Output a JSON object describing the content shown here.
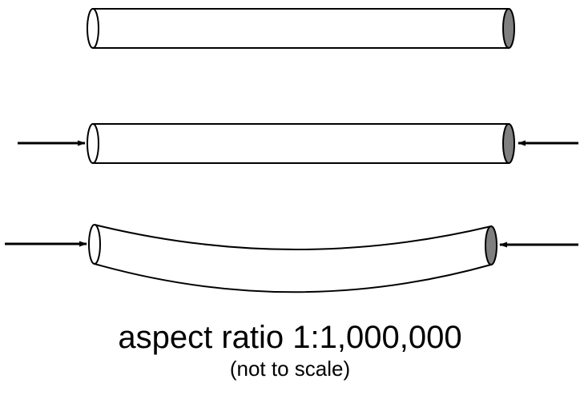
{
  "caption": {
    "main": "aspect ratio 1:1,000,000",
    "sub": "(not to scale)"
  },
  "figure": {
    "rows": [
      {
        "state": "unloaded",
        "arrows": false,
        "bent": false
      },
      {
        "state": "compressed",
        "arrows": true,
        "bent": false
      },
      {
        "state": "buckled",
        "arrows": true,
        "bent": true
      }
    ]
  },
  "colors": {
    "stroke": "#000000",
    "tube_fill": "#ffffff",
    "end_cap_fill": "#7f7f7f"
  }
}
